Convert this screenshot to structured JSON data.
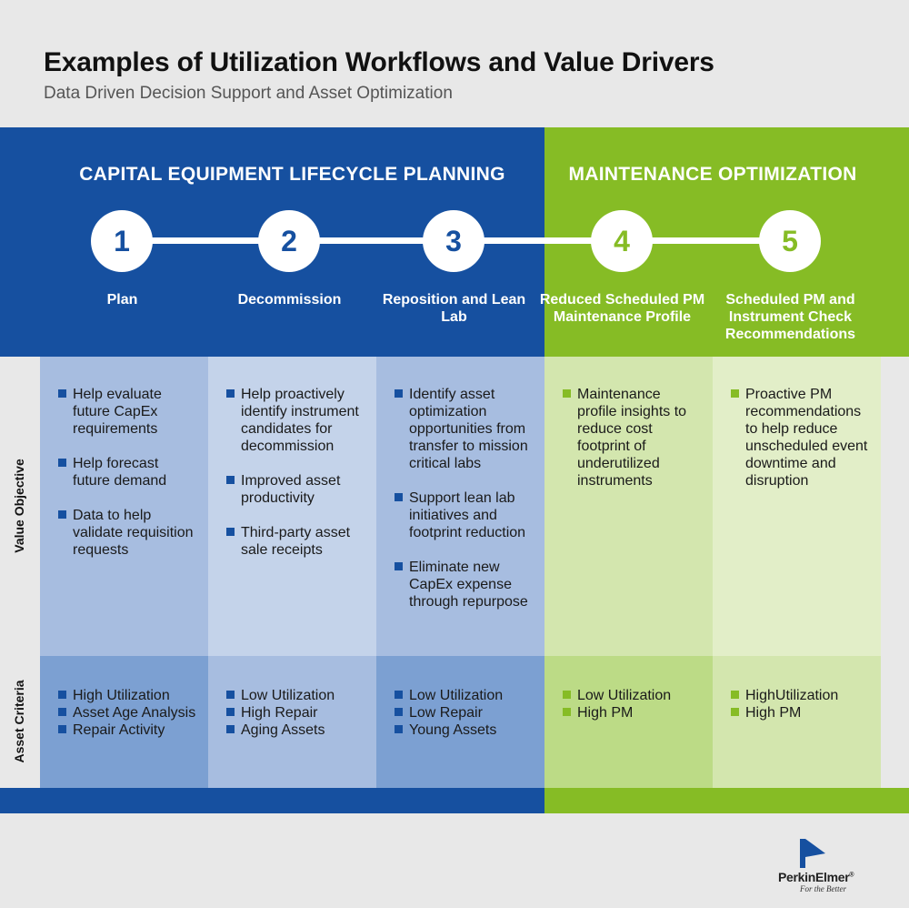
{
  "header": {
    "title": "Examples of Utilization Workflows and Value Drivers",
    "subtitle": "Data Driven Decision Support and Asset Optimization"
  },
  "sections": [
    {
      "title": "CAPITAL EQUIPMENT LIFECYCLE PLANNING",
      "color": "#1650a0"
    },
    {
      "title": "MAINTENANCE OPTIMIZATION",
      "color": "#86bc25"
    }
  ],
  "row_labels": {
    "value_objective": "Value Objective",
    "asset_criteria": "Asset Criteria"
  },
  "steps": [
    {
      "number": "1",
      "label": "Plan",
      "objectives": [
        "Help evaluate future CapEx requirements",
        "Help forecast future demand",
        "Data to help validate requisition requests"
      ],
      "criteria": [
        "High Utilization",
        "Asset Age Analysis",
        "Repair Activity"
      ]
    },
    {
      "number": "2",
      "label": "Decommission",
      "objectives": [
        "Help proactively identify instrument candidates for decommission",
        "Improved asset productivity",
        "Third-party asset sale receipts"
      ],
      "criteria": [
        "Low Utilization",
        "High Repair",
        "Aging Assets"
      ]
    },
    {
      "number": "3",
      "label": "Reposition and Lean Lab",
      "objectives": [
        "Identify asset optimization opportunities from transfer to mission critical labs",
        "Support lean lab initiatives and footprint reduction",
        "Eliminate new CapEx expense through repurpose"
      ],
      "criteria": [
        "Low Utilization",
        "Low Repair",
        "Young Assets"
      ]
    },
    {
      "number": "4",
      "label": "Reduced Scheduled PM Maintenance Profile",
      "objectives": [
        "Maintenance profile insights to reduce cost footprint of underutilized instruments"
      ],
      "criteria": [
        "Low Utilization",
        "High PM"
      ]
    },
    {
      "number": "5",
      "label": "Scheduled PM and Instrument Check Recommendations",
      "objectives": [
        "Proactive PM recommendations to help reduce unscheduled event downtime and disruption"
      ],
      "criteria": [
        "HighUtilization",
        "High PM"
      ]
    }
  ],
  "logo": {
    "name": "PerkinElmer",
    "registered": "®",
    "tagline": "For the Better"
  },
  "colors": {
    "blue": "#1650a0",
    "green": "#86bc25",
    "background": "#e8e8e8"
  }
}
